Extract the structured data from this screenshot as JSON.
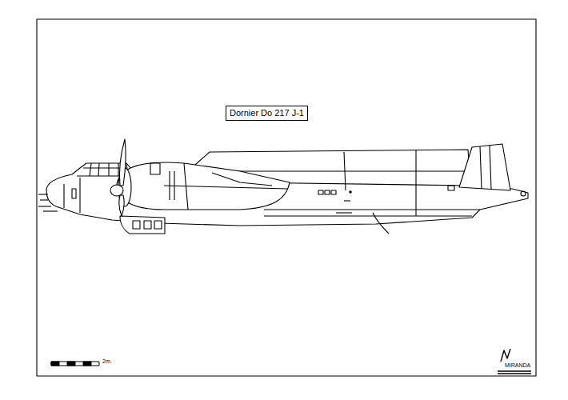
{
  "diagram": {
    "title": "Dornier Do 217 J-1",
    "labels": [
      "2m.",
      "MIRANDA"
    ]
  }
}
